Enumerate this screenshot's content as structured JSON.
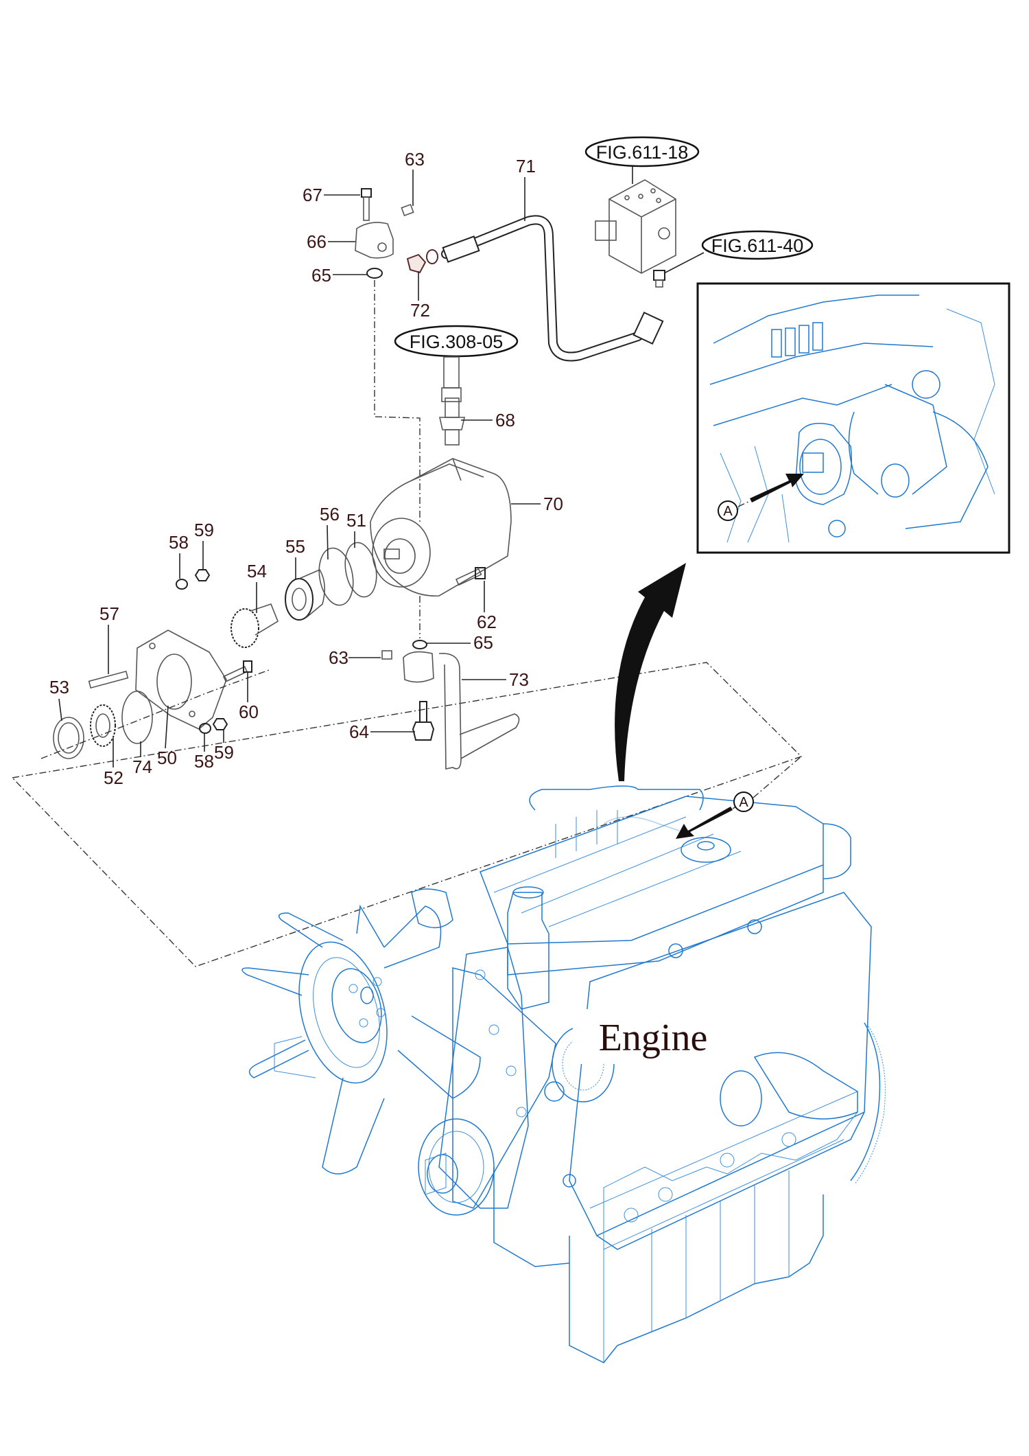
{
  "figure": {
    "engine_label": "Engine",
    "view_marker": "A",
    "colors": {
      "callout_text": "#3b1414",
      "engine_lines": "#1e78d0",
      "part_lines": "#555555",
      "inset_border": "#111111"
    }
  },
  "fig_refs": [
    {
      "id": "fig-611-18",
      "label": "FIG.611-18"
    },
    {
      "id": "fig-611-40",
      "label": "FIG.611-40"
    },
    {
      "id": "fig-308-05",
      "label": "FIG.308-05"
    }
  ],
  "callouts": {
    "c50": "50",
    "c51": "51",
    "c52": "52",
    "c53": "53",
    "c54": "54",
    "c55": "55",
    "c56": "56",
    "c57": "57",
    "c58a": "58",
    "c58b": "58",
    "c59a": "59",
    "c59b": "59",
    "c60": "60",
    "c62": "62",
    "c63a": "63",
    "c63b": "63",
    "c64": "64",
    "c65a": "65",
    "c65b": "65",
    "c66": "66",
    "c67": "67",
    "c68": "68",
    "c70": "70",
    "c71": "71",
    "c72": "72",
    "c73": "73",
    "c74": "74"
  }
}
